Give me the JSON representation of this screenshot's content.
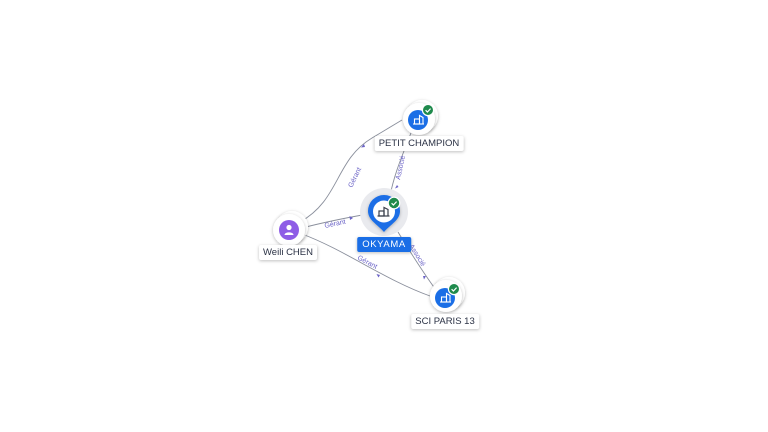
{
  "colors": {
    "company_blue": "#1a6ee6",
    "person_purple": "#8e5ce6",
    "verified_green": "#1f8a4c",
    "edge_gray": "#8a8f9c",
    "edge_label": "#6b63c7"
  },
  "nodes": {
    "center": {
      "label": "OKYAMA",
      "icon": "building-icon",
      "verified": true
    },
    "petit_champion": {
      "label": "PETIT CHAMPION",
      "icon": "building-icon",
      "verified": true
    },
    "sci_paris_13": {
      "label": "SCI PARIS 13",
      "icon": "building-icon",
      "verified": true
    },
    "person": {
      "label": "Weili CHEN",
      "icon": "person-icon",
      "verified": false
    }
  },
  "edges": {
    "person_to_petit": {
      "label": "Gérant"
    },
    "person_to_center": {
      "label": "Gérant"
    },
    "person_to_sci": {
      "label": "Gérant"
    },
    "center_to_petit": {
      "label": "Associé"
    },
    "center_to_sci": {
      "label": "Associé"
    }
  }
}
